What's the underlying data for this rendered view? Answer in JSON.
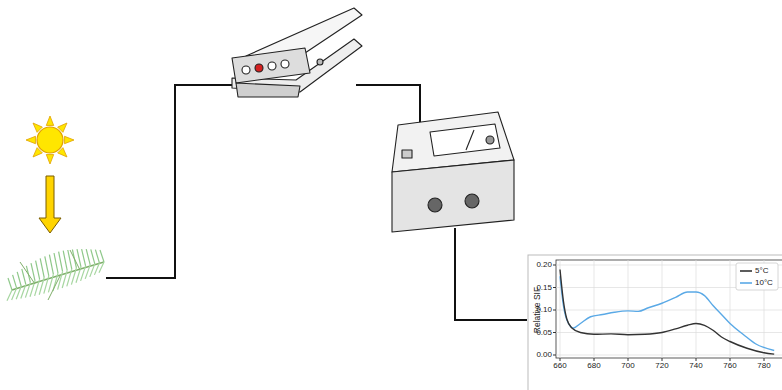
{
  "diagram": {
    "labels": [
      "Relative SIF",
      "0.20",
      "0.15",
      "0.10",
      "0.05",
      "0.00",
      "660",
      "680",
      "700",
      "720",
      "740",
      "760",
      "780"
    ],
    "legend": [
      {
        "text": "5°C"
      },
      {
        "text": "10°C"
      }
    ]
  }
}
